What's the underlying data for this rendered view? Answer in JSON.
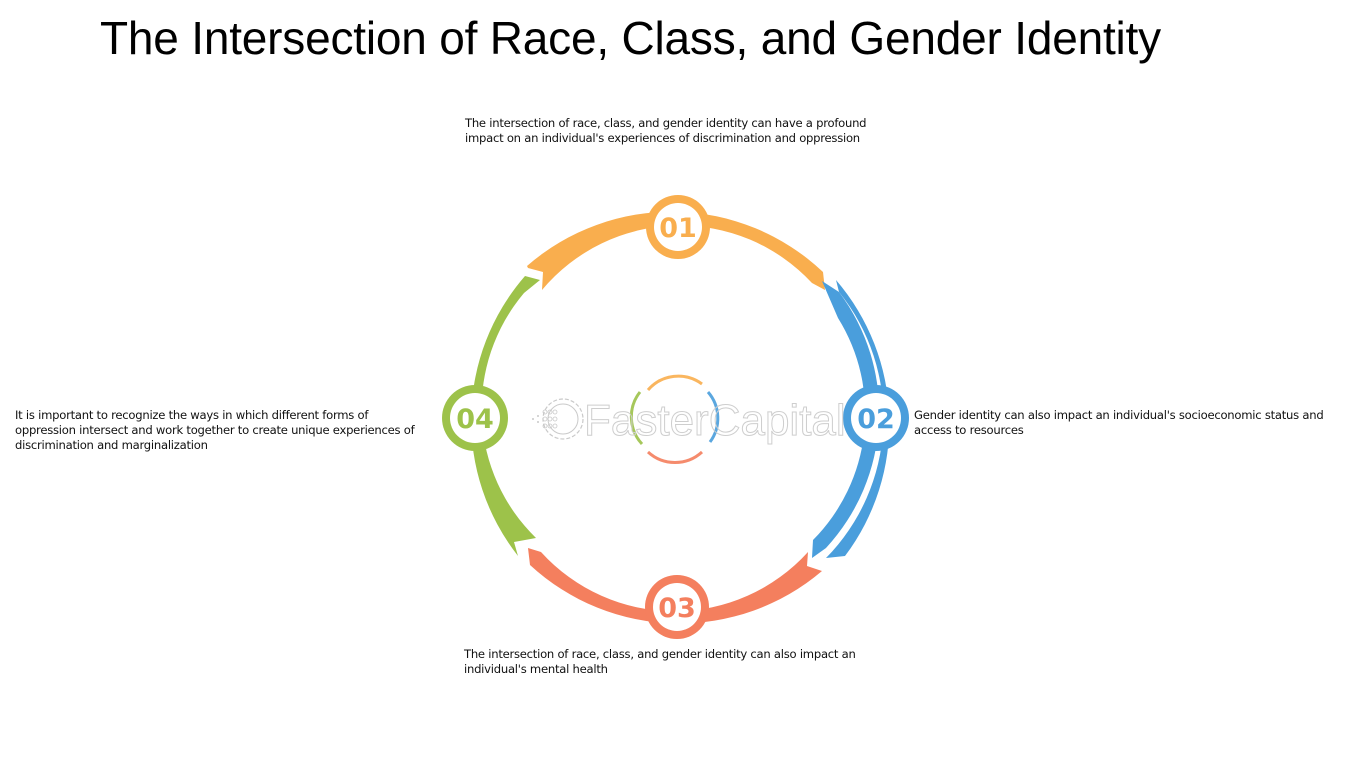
{
  "title": "The Intersection of Race, Class, and Gender Identity",
  "diagram": {
    "type": "cycle",
    "steps": [
      {
        "number": "01",
        "color": "#F9AE4E",
        "position": "top",
        "text_lines": [
          "The intersection of race, class, and gender identity can have a profound",
          "impact on an individual's experiences of discrimination and oppression"
        ]
      },
      {
        "number": "02",
        "color": "#4A9EDC",
        "position": "right",
        "text_lines": [
          "Gender identity can also impact an individual's socioeconomic status and",
          "access to resources"
        ]
      },
      {
        "number": "03",
        "color": "#F47F5E",
        "position": "bottom",
        "text_lines": [
          "The intersection of race, class, and gender identity can also impact an",
          "individual's mental health"
        ]
      },
      {
        "number": "04",
        "color": "#9DC24A",
        "position": "left",
        "text_lines": [
          "It is important to recognize the ways in which different forms of",
          "oppression intersect and work together to create unique experiences of",
          "discrimination and marginalization"
        ]
      }
    ]
  },
  "watermark": {
    "text": "FasterCapital",
    "icon": "gear-icon"
  }
}
